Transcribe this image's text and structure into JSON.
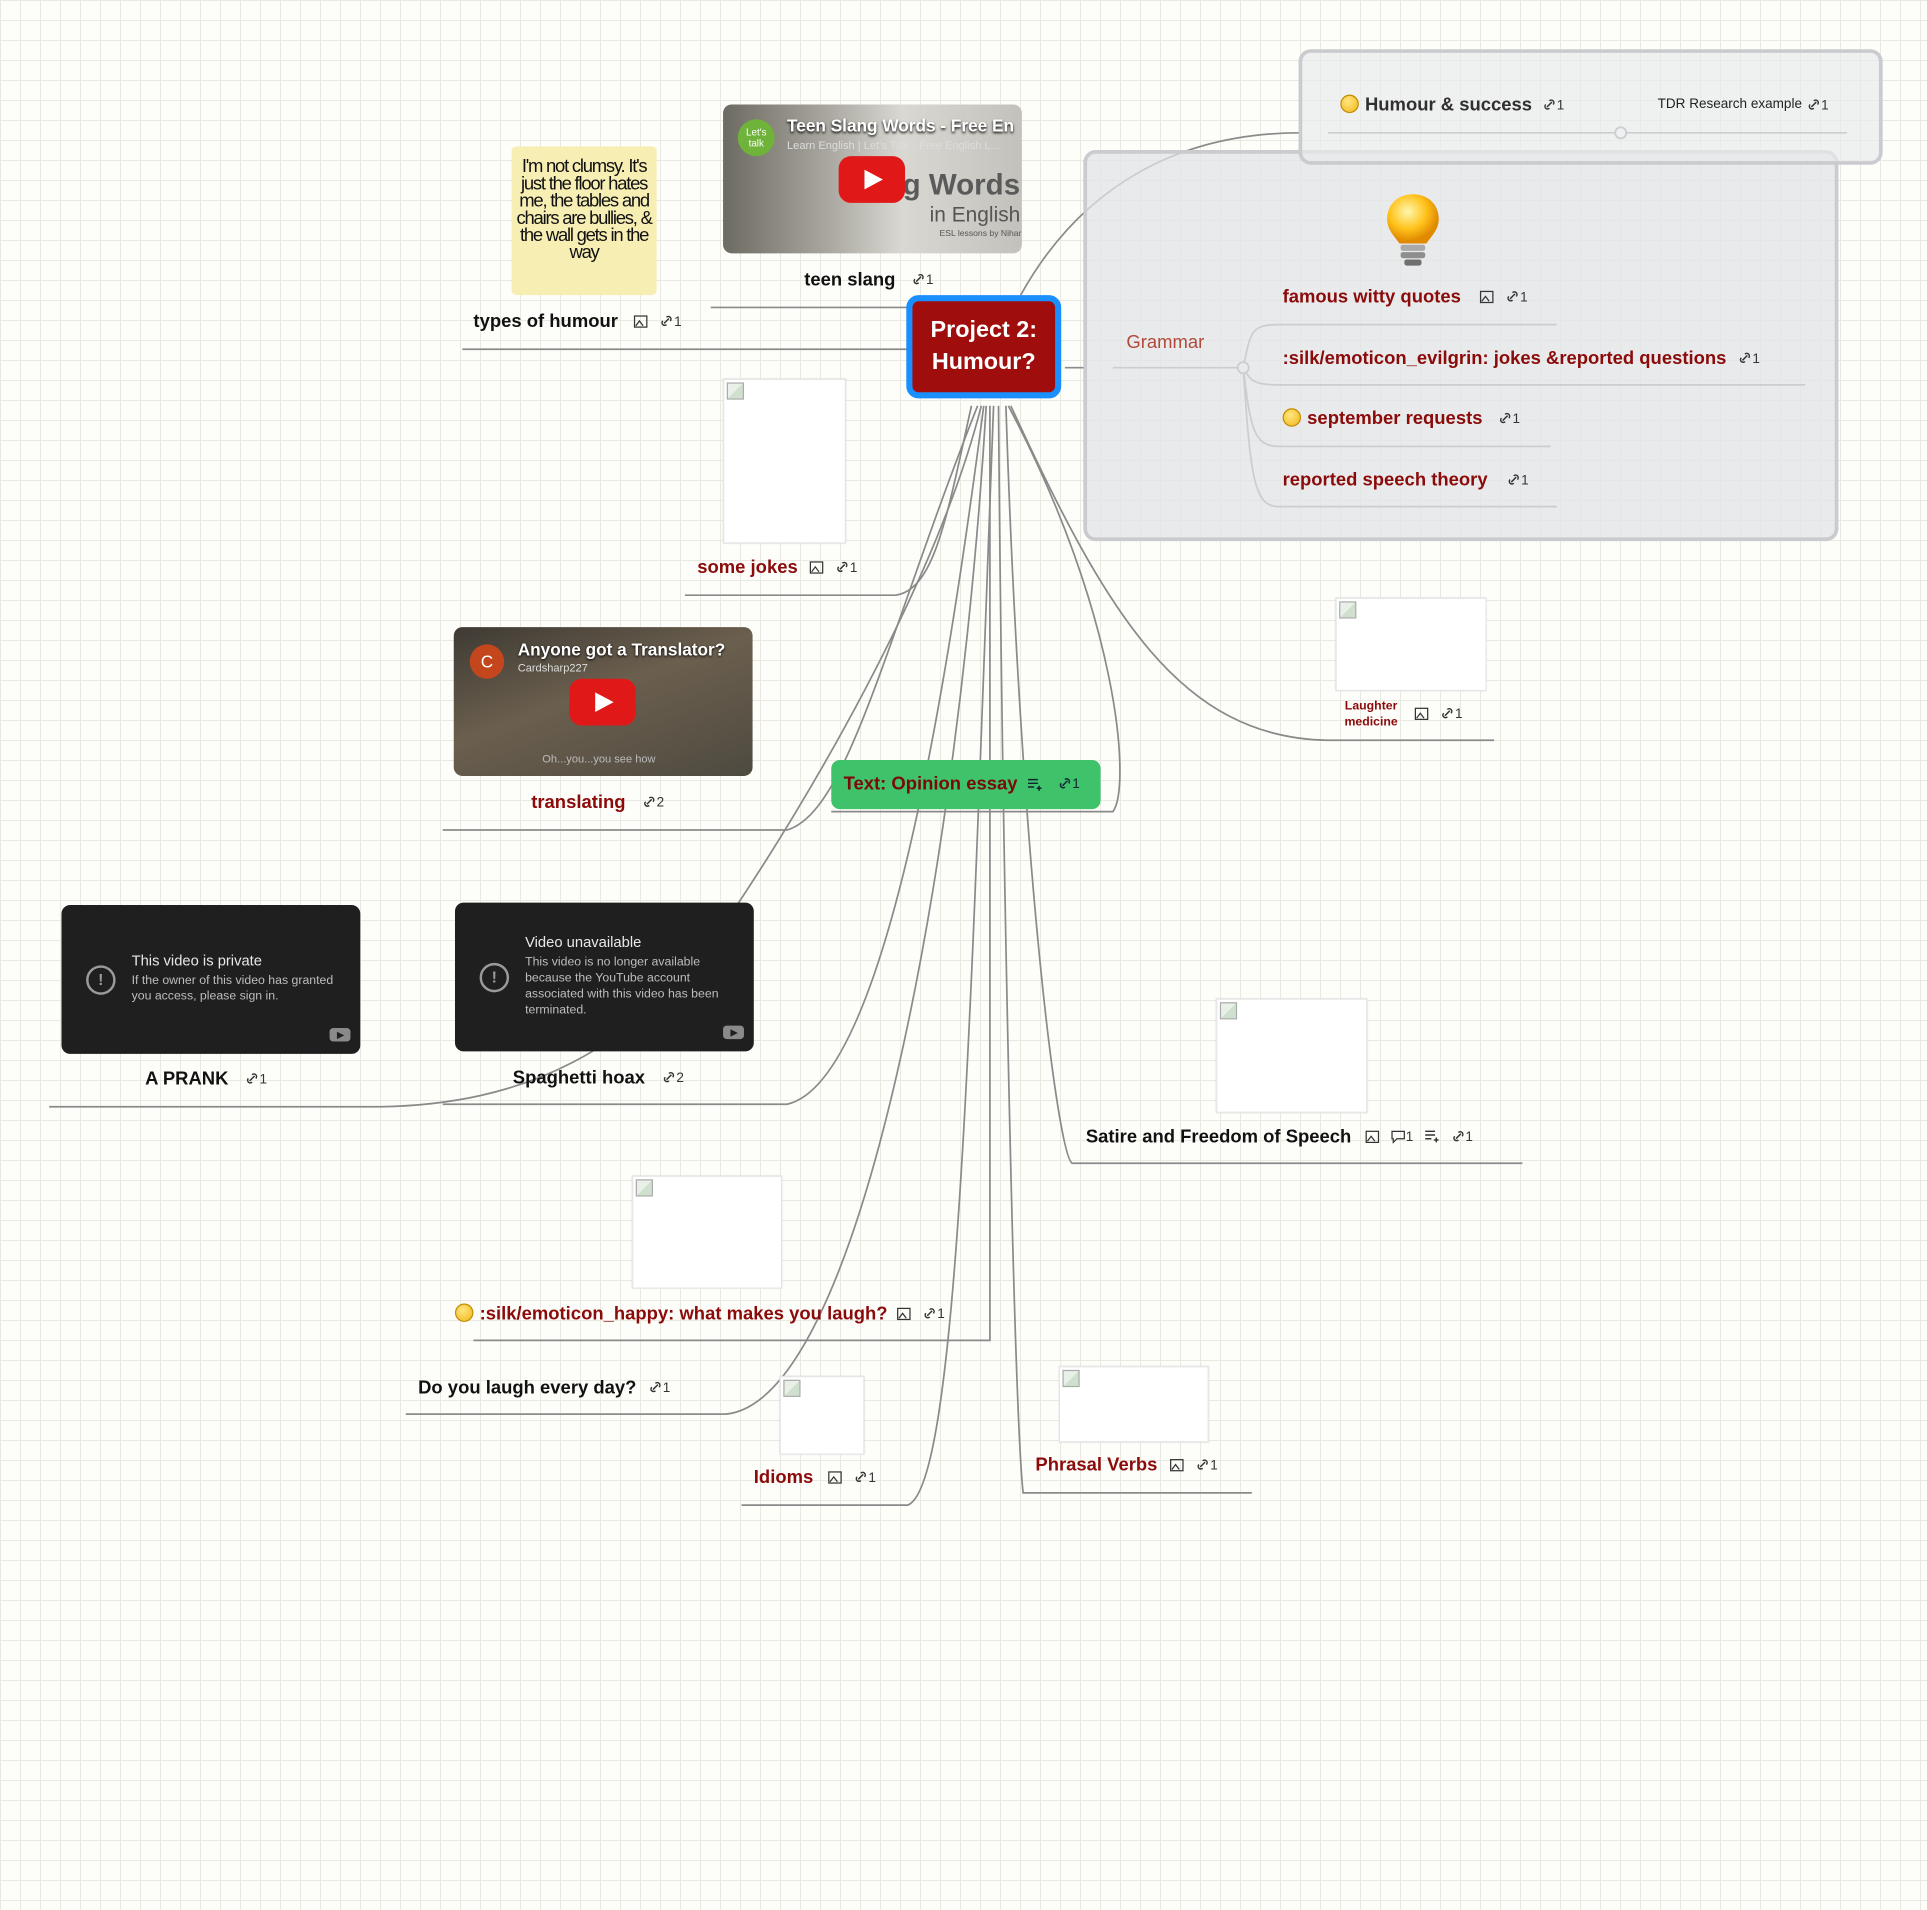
{
  "central": {
    "title": "Project 2: Humour?"
  },
  "colors": {
    "central_bg": "#a00d0d",
    "central_border": "#1a8fff",
    "red_text": "#8b0a0a",
    "green_node": "#3ec26a",
    "edge": "#8a8a8a"
  },
  "nodes": {
    "types_of_humour": {
      "label": "types of humour",
      "links": "1",
      "image_text": "I'm not clumsy. It's just the floor hates me, the tables and chairs are bullies, & the wall gets in the way"
    },
    "teen_slang": {
      "label": "teen slang",
      "links": "1",
      "video_title": "Teen Slang Words - Free En",
      "video_channel": "Learn English | Let's Talk - Free English L...",
      "thumb_big": "g Words",
      "thumb_big2": "in English",
      "thumb_small": "ESL lessons by Niharika",
      "thumb_logo": "Let's talk"
    },
    "some_jokes": {
      "label": "some jokes",
      "links": "1"
    },
    "translating": {
      "label": "translating",
      "links": "2",
      "video_title": "Anyone got a Translator?",
      "video_channel": "Cardsharp227",
      "avatar_letter": "C",
      "thumb_caption": "Oh...you...you see how"
    },
    "opinion_essay": {
      "label": "Text: Opinion essay",
      "links": "1"
    },
    "prank": {
      "label": "A PRANK",
      "links": "1",
      "video_error_title": "This video is private",
      "video_error_text": "If the owner of this video has granted you access, please sign in."
    },
    "spaghetti": {
      "label": "Spaghetti hoax",
      "links": "2",
      "video_error_title": "Video unavailable",
      "video_error_text": "This video is no longer available because the YouTube account associated with this video has been terminated."
    },
    "what_laugh": {
      "label": ":silk/emoticon_happy: what makes you laugh?",
      "links": "1"
    },
    "laugh_every_day": {
      "label": "Do you laugh every day?",
      "links": "1"
    },
    "idioms": {
      "label": "Idioms",
      "links": "1"
    },
    "phrasal_verbs": {
      "label": "Phrasal Verbs",
      "links": "1"
    },
    "satire": {
      "label": "Satire and Freedom of Speech",
      "comments": "1",
      "notes": "1",
      "links": "1"
    },
    "laughter": {
      "label": "Laughter medicine",
      "links": "1"
    },
    "humour_success": {
      "label": "Humour & success",
      "links": "1",
      "child": "TDR Research example",
      "child_links": "1"
    },
    "grammar": {
      "label": "Grammar",
      "children": [
        {
          "label": "famous witty quotes",
          "links": "1"
        },
        {
          "label": ":silk/emoticon_evilgrin: jokes &reported questions",
          "links": "1"
        },
        {
          "label": "september requests",
          "links": "1"
        },
        {
          "label": "reported speech theory",
          "links": "1"
        }
      ]
    }
  }
}
